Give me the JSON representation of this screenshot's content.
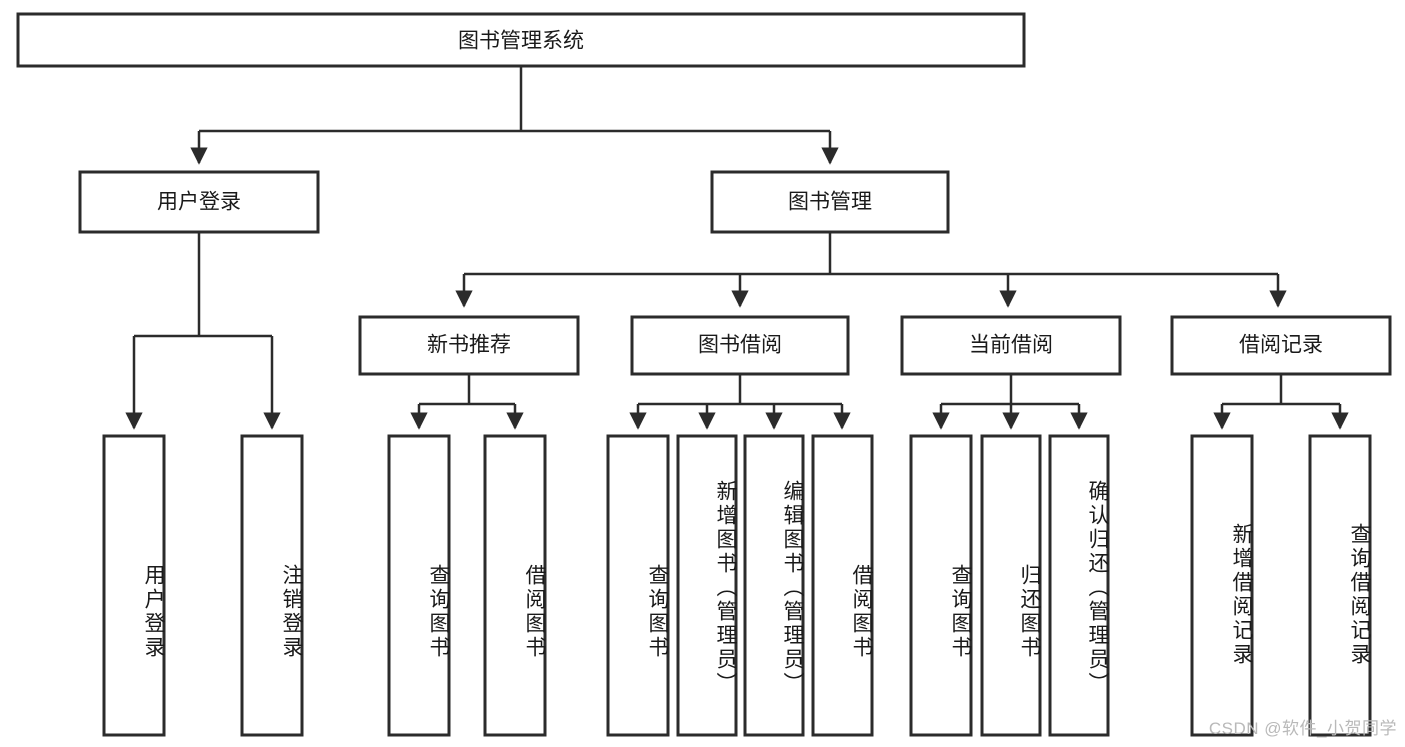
{
  "diagram": {
    "type": "hierarchy-tree",
    "title": "图书管理系统",
    "root": {
      "label": "图书管理系统"
    },
    "level2": [
      {
        "label": "用户登录"
      },
      {
        "label": "图书管理"
      }
    ],
    "level3": [
      {
        "label": "新书推荐"
      },
      {
        "label": "图书借阅"
      },
      {
        "label": "当前借阅"
      },
      {
        "label": "借阅记录"
      }
    ],
    "leaves": {
      "user_login": [
        {
          "label": "用户登录"
        },
        {
          "label": "注销登录"
        }
      ],
      "new_book_recommend": [
        {
          "label": "查询图书"
        },
        {
          "label": "借阅图书"
        }
      ],
      "book_borrow": [
        {
          "label": "查询图书"
        },
        {
          "label": "新增图书（管理员）"
        },
        {
          "label": "编辑图书（管理员）"
        },
        {
          "label": "借阅图书"
        }
      ],
      "current_borrow": [
        {
          "label": "查询图书"
        },
        {
          "label": "归还图书"
        },
        {
          "label": "确认归还（管理员）"
        }
      ],
      "borrow_record": [
        {
          "label": "新增借阅记录"
        },
        {
          "label": "查询借阅记录"
        }
      ]
    }
  },
  "watermark": {
    "text": "CSDN @软件_小贺同学"
  },
  "colors": {
    "box_stroke": "#2b2b2b",
    "box_fill": "#ffffff",
    "text": "#1a1a1a",
    "watermark": "#b9b9b9",
    "background": "#ffffff"
  }
}
